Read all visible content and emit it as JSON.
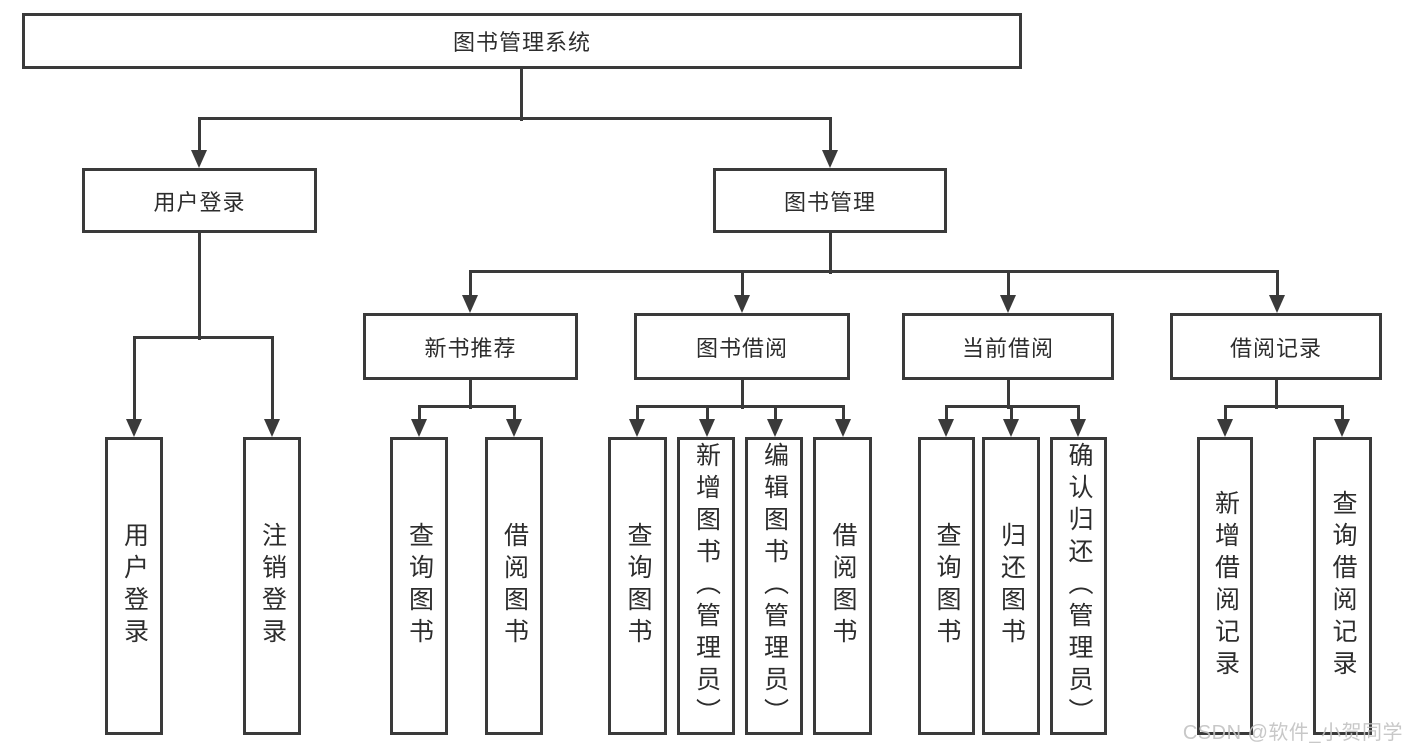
{
  "colors": {
    "line": "#3a3a3a",
    "text": "#2d2d2d",
    "background": "#ffffff",
    "watermark": "#c3c3c3"
  },
  "diagram": {
    "root": {
      "label": "图书管理系统"
    },
    "level2": [
      {
        "label": "用户登录"
      },
      {
        "label": "图书管理"
      }
    ],
    "level3": [
      {
        "label": "新书推荐"
      },
      {
        "label": "图书借阅"
      },
      {
        "label": "当前借阅"
      },
      {
        "label": "借阅记录"
      }
    ],
    "leaves": {
      "user_login": [
        "用户登录",
        "注销登录"
      ],
      "new_book_recommend": [
        "查询图书",
        "借阅图书"
      ],
      "book_borrow": [
        "查询图书",
        "新增图书（管理员）",
        "编辑图书（管理员）",
        "借阅图书"
      ],
      "current_borrow": [
        "查询图书",
        "归还图书",
        "确认归还（管理员）"
      ],
      "borrow_records": [
        "新增借阅记录",
        "查询借阅记录"
      ]
    }
  },
  "watermark": {
    "text": "CSDN @软件_小贺同学"
  }
}
